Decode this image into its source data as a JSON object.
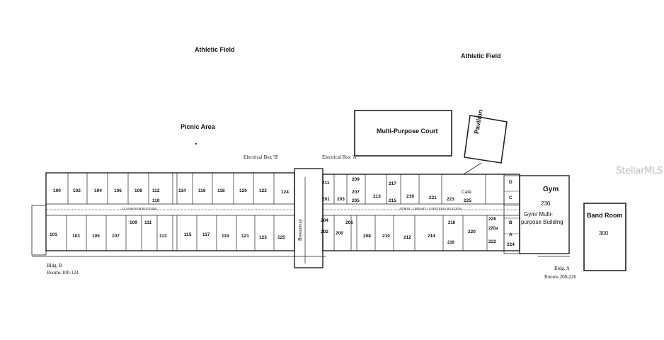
{
  "areas": {
    "athletic_field_1": "Athletic Field",
    "athletic_field_2": "Athletic Field",
    "picnic_area": "Picnic Area",
    "multi_purpose_court": "Multi-Purpose Court",
    "pavilion": "Pavilion",
    "gym": "Gym",
    "gym_number": "230",
    "gym_desc_1": "Gym/ Multi-",
    "gym_desc_2": "purpose Building",
    "band_room": "Band Room",
    "band_number": "300",
    "breezeway": "Breezeway",
    "cafe": "Café"
  },
  "electrical": {
    "box_b": "Electrical Box 'B'",
    "box_a": "Electrical Box 'A'"
  },
  "buildings": {
    "bldg_b": "Bldg. B",
    "rooms_b": "Rooms 100-124",
    "bldg_a": "Bldg. A",
    "rooms_a": "Rooms 200-226"
  },
  "corridor_labels": {
    "classroom_building": "CLASSROOM BUILDING",
    "admin_library": "ADMIN / LIBRARY / CAFETERIA BUILDING"
  },
  "rooms_top": [
    "100",
    "102",
    "104",
    "106",
    "108",
    "112",
    "110",
    "114",
    "116",
    "118",
    "120",
    "122",
    "124",
    "211",
    "201",
    "209",
    "207",
    "203",
    "205",
    "213",
    "217",
    "215",
    "219",
    "221",
    "223",
    "225",
    "D",
    "C"
  ],
  "rooms_bottom": [
    "101",
    "103",
    "105",
    "107",
    "109",
    "111",
    "113",
    "115",
    "117",
    "119",
    "121",
    "123",
    "125",
    "204",
    "202",
    "206",
    "200",
    "208",
    "210",
    "212",
    "214",
    "218",
    "216",
    "226",
    "220",
    "220a",
    "222",
    "224",
    "B",
    "A"
  ],
  "watermark": "StellarMLS"
}
